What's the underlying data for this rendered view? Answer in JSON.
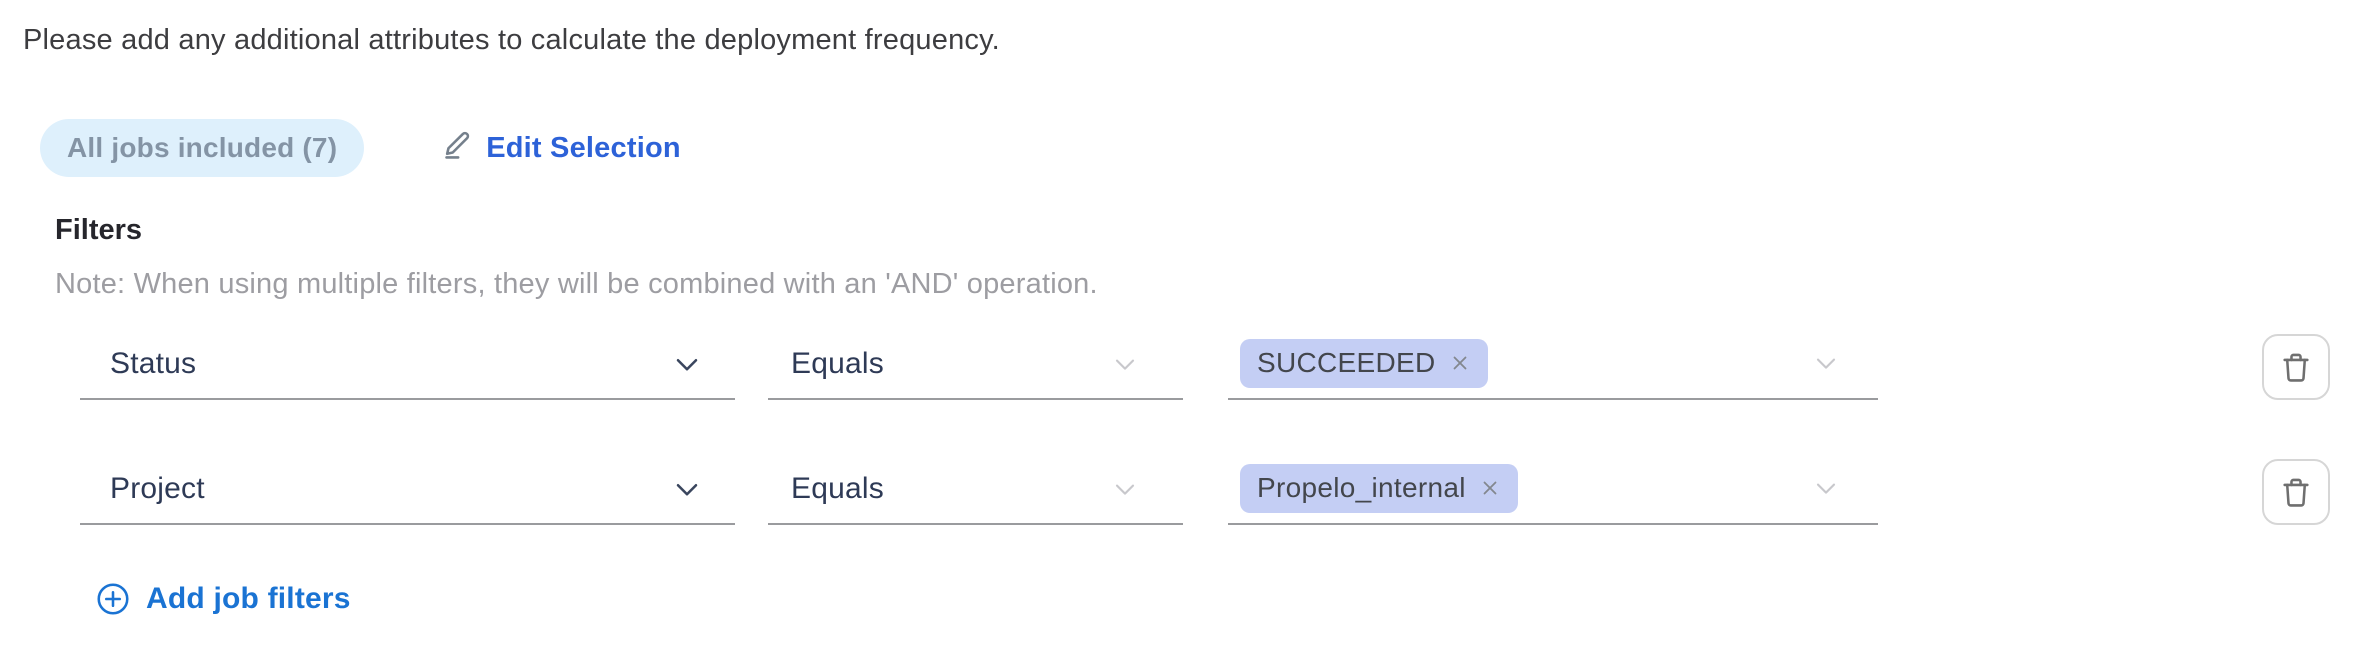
{
  "page": {
    "instruction": "Please add any additional attributes to calculate the deployment frequency."
  },
  "jobs_summary": {
    "badge_label": "All jobs included (7)",
    "jobs_count": 7,
    "edit_button_label": "Edit Selection"
  },
  "filters": {
    "heading": "Filters",
    "note": "Note: When using multiple filters, they will be combined with an 'AND' operation.",
    "rows": [
      {
        "attribute": "Status",
        "operator": "Equals",
        "values": [
          {
            "label": "SUCCEEDED"
          }
        ]
      },
      {
        "attribute": "Project",
        "operator": "Equals",
        "values": [
          {
            "label": "Propelo_internal"
          }
        ]
      }
    ],
    "add_button_label": "Add job filters"
  },
  "icons": {
    "edit": "pencil-icon",
    "add": "plus-circle-icon",
    "remove_row": "trash-icon",
    "remove_tag": "x-icon",
    "dropdown": "chevron-down-icon"
  },
  "colors": {
    "badge_bg": "#def0fc",
    "badge_text": "#8494a5",
    "edit_link": "#2d62d8",
    "add_link": "#1a73d3",
    "tag_bg": "#c4cef4",
    "tag_text": "#43464c",
    "field_label": "#2e3a56",
    "field_underline": "#9a9b9e",
    "note_text": "#9d9da2"
  }
}
